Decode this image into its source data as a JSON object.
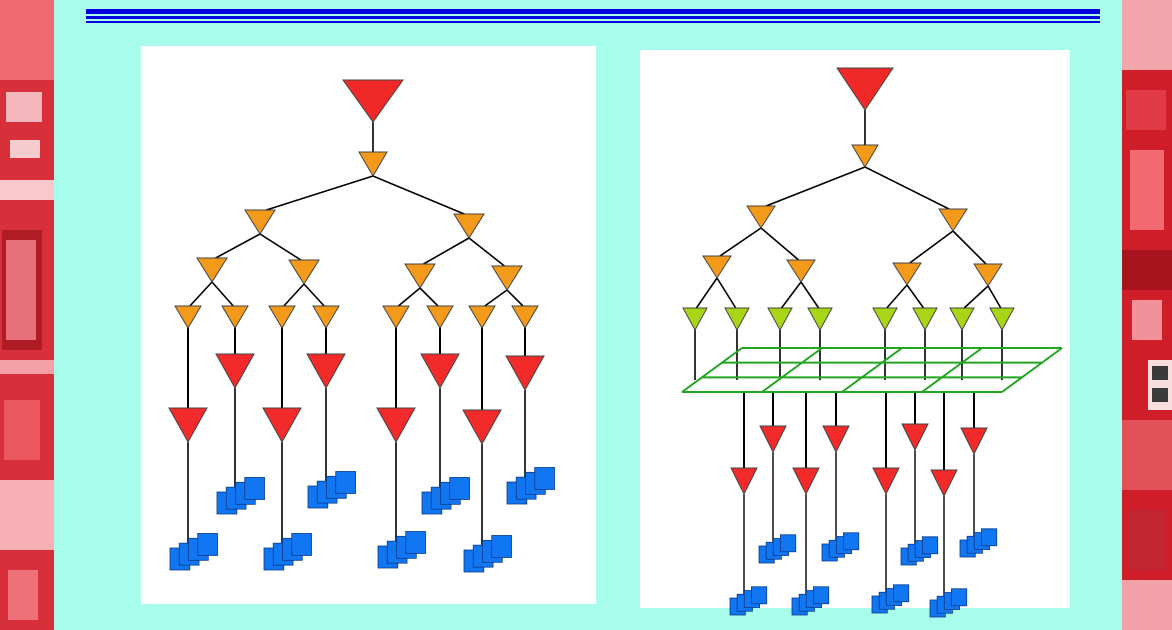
{
  "colors": {
    "background": "#a8fcec",
    "root_triangle": "#f02828",
    "branch_triangle": "#f39a1b",
    "leaf_green_triangle": "#a8d616",
    "red_triangle": "#f22a2a",
    "document_stack": "#1176f2",
    "grid": "#22a622",
    "top_rule": "#0000dc"
  },
  "icons": {
    "root": "triangle-down-icon",
    "node": "triangle-down-icon",
    "documents": "document-stack-icon",
    "grid": "parallelogram-grid-icon"
  },
  "left_diagram": {
    "levels": 5,
    "leaves": 8,
    "document_stacks": 8
  },
  "right_diagram": {
    "levels": 5,
    "leaves": 8,
    "grid_cells": 12,
    "document_stacks": 8
  }
}
